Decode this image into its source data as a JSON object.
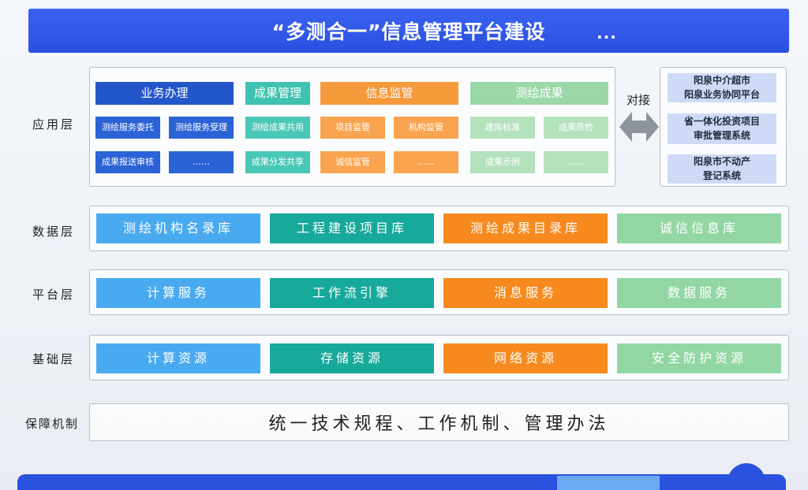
{
  "banner": {
    "title": "“多测合一”信息管理平台建设",
    "dots": "..."
  },
  "layers": {
    "app": "应用层",
    "data": "数据层",
    "platform": "平台层",
    "infra": "基础层",
    "guarantee": "保障机制"
  },
  "app": {
    "groups": [
      {
        "header": "业务办理",
        "items": [
          "测绘服务委托",
          "测绘服务受理",
          "成果报送审核",
          "……"
        ]
      },
      {
        "header": "成果管理",
        "items": [
          "测绘成果共用",
          "成果分发共享"
        ]
      },
      {
        "header": "信息监管",
        "items": [
          "项目监管",
          "机构监管",
          "诚信监管",
          "……"
        ]
      },
      {
        "header": "测绘成果",
        "items": [
          "建库标准",
          "成果质检",
          "成果示例",
          "……"
        ]
      }
    ],
    "connect_label": "对接",
    "external_systems": [
      {
        "line1": "阳泉中介超市",
        "line2": "阳泉业务协同平台"
      },
      {
        "line1": "省一体化投资项目",
        "line2": "审批管理系统"
      },
      {
        "line1": "阳泉市不动产",
        "line2": "登记系统"
      }
    ]
  },
  "data_layer": [
    "测绘机构名录库",
    "工程建设项目库",
    "测绘成果目录库",
    "诚信信息库"
  ],
  "platform_layer": [
    "计算服务",
    "工作流引擎",
    "消息服务",
    "数据服务"
  ],
  "infra_layer": [
    "计算资源",
    "存储资源",
    "网络资源",
    "安全防护资源"
  ],
  "guarantee_text": "统一技术规程、工作机制、管理办法",
  "colors": {
    "banner": "#2a4fe0",
    "blue": "#4aaaf0",
    "dark_blue": "#2356c9",
    "teal": "#17a99a",
    "orange": "#f78a1f",
    "green": "#92d7a3"
  }
}
